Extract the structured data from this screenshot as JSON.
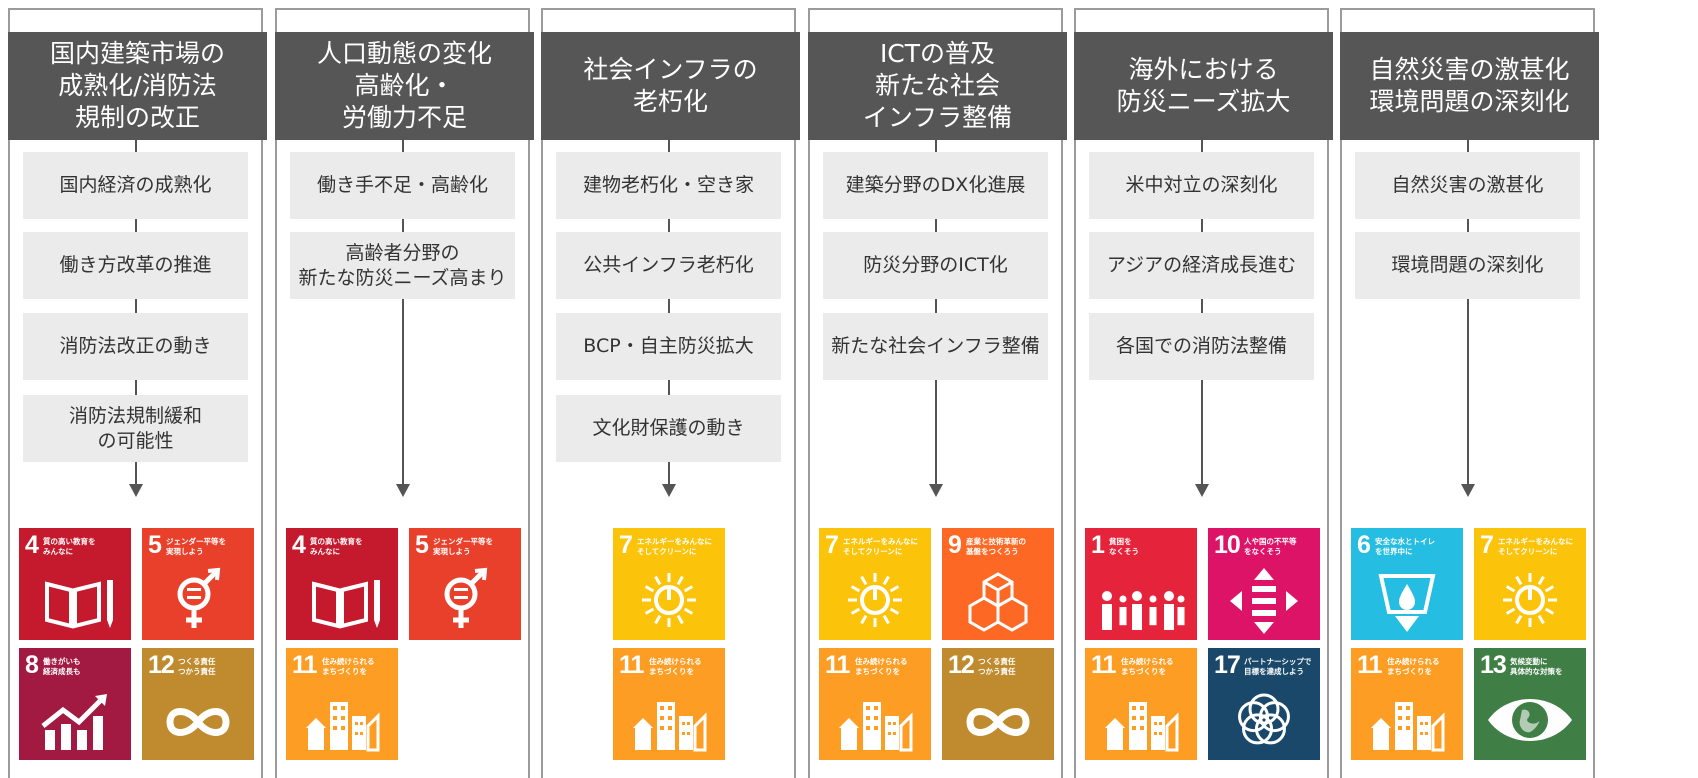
{
  "colors": {
    "header_bg": "#565656",
    "box_bg": "#ebebeb",
    "border": "#9b9b9b",
    "line": "#555555"
  },
  "columns": [
    {
      "title": "国内建築市場の\n成熟化/消防法\n規制の改正",
      "items": [
        "国内経済の成熟化",
        "働き方改革の推進",
        "消防法改正の動き",
        "消防法規制緩和\nの可能性"
      ],
      "sdgs": [
        4,
        5,
        8,
        12
      ]
    },
    {
      "title": "人口動態の変化\n高齢化・\n労働力不足",
      "items": [
        "働き手不足・高齢化",
        "高齢者分野の\n新たな防災ニーズ高まり"
      ],
      "sdgs": [
        4,
        5,
        11
      ]
    },
    {
      "title": "社会インフラの\n老朽化",
      "items": [
        "建物老朽化・空き家",
        "公共インフラ老朽化",
        "BCP・自主防災拡大",
        "文化財保護の動き"
      ],
      "sdgs": [
        7,
        11
      ]
    },
    {
      "title": "ICTの普及\n新たな社会\nインフラ整備",
      "items": [
        "建築分野のDX化進展",
        "防災分野のICT化",
        "新たな社会インフラ整備"
      ],
      "sdgs": [
        7,
        9,
        11,
        12
      ]
    },
    {
      "title": "海外における\n防災ニーズ拡大",
      "items": [
        "米中対立の深刻化",
        "アジアの経済成長進む",
        "各国での消防法整備"
      ],
      "sdgs": [
        1,
        10,
        11,
        17
      ]
    },
    {
      "title": "自然災害の激甚化\n環境問題の深刻化",
      "items": [
        "自然災害の激甚化",
        "環境問題の深刻化"
      ],
      "sdgs": [
        6,
        7,
        11,
        13
      ]
    }
  ],
  "sdg_goals": {
    "1": {
      "number": "1",
      "title": "貧困を\nなくそう",
      "color": "#e5243b",
      "icon": "family-icon"
    },
    "4": {
      "number": "4",
      "title": "質の高い教育を\nみんなに",
      "color": "#c5192d",
      "icon": "book-pencil-icon"
    },
    "5": {
      "number": "5",
      "title": "ジェンダー平等を\n実現しよう",
      "color": "#e8402a",
      "icon": "gender-equality-icon"
    },
    "6": {
      "number": "6",
      "title": "安全な水とトイレ\nを世界中に",
      "color": "#26bde2",
      "icon": "water-drop-icon"
    },
    "7": {
      "number": "7",
      "title": "エネルギーをみんなに\nそしてクリーンに",
      "color": "#fcc30b",
      "icon": "sun-power-icon"
    },
    "8": {
      "number": "8",
      "title": "働きがいも\n経済成長も",
      "color": "#a21942",
      "icon": "growth-chart-icon"
    },
    "9": {
      "number": "9",
      "title": "産業と技術革新の\n基盤をつくろう",
      "color": "#fd6925",
      "icon": "cubes-icon"
    },
    "10": {
      "number": "10",
      "title": "人や国の不平等\nをなくそう",
      "color": "#dd1367",
      "icon": "equality-arrows-icon"
    },
    "11": {
      "number": "11",
      "title": "住み続けられる\nまちづくりを",
      "color": "#fd9d24",
      "icon": "city-buildings-icon"
    },
    "12": {
      "number": "12",
      "title": "つくる責任\nつかう責任",
      "color": "#bf8b2e",
      "icon": "infinity-icon"
    },
    "13": {
      "number": "13",
      "title": "気候変動に\n具体的な対策を",
      "color": "#3f7e44",
      "icon": "earth-eye-icon"
    },
    "17": {
      "number": "17",
      "title": "パートナーシップで\n目標を達成しよう",
      "color": "#19486a",
      "icon": "partnership-rings-icon"
    }
  }
}
